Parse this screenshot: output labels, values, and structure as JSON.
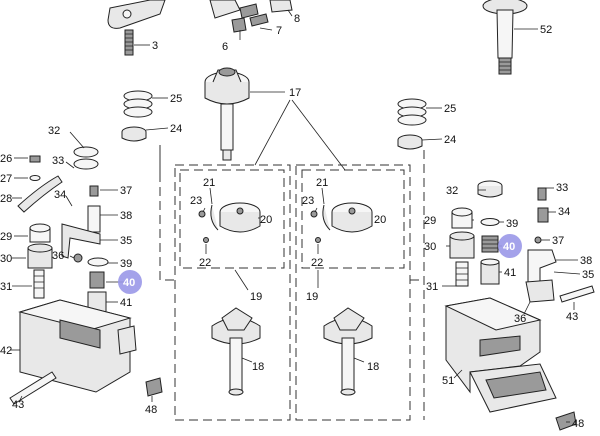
{
  "callouts": {
    "p3": "3",
    "p6": "6",
    "p7": "7",
    "p8": "8",
    "p52": "52",
    "p25a": "25",
    "p24a": "24",
    "p17": "17",
    "p25b": "25",
    "p24b": "24",
    "p32a": "32",
    "p26": "26",
    "p33a": "33",
    "p27": "27",
    "p28": "28",
    "p34a": "34",
    "p37a": "37",
    "p38a": "38",
    "p29a": "29",
    "p35a": "35",
    "p30a": "30",
    "p36a": "36",
    "p39a": "39",
    "p40a": "40",
    "p31a": "31",
    "p41a": "41",
    "p42": "42",
    "p43a": "43",
    "p48a": "48",
    "p21a": "21",
    "p23a": "23",
    "p20a": "20",
    "p22a": "22",
    "p19a": "19",
    "p18a": "18",
    "p21b": "21",
    "p23b": "23",
    "p20b": "20",
    "p22b": "22",
    "p19b": "19",
    "p18b": "18",
    "p32b": "32",
    "p33b": "33",
    "p34b": "34",
    "p29b": "29",
    "p39b": "39",
    "p30b": "30",
    "p40b": "40",
    "p37b": "37",
    "p41b": "41",
    "p38b": "38",
    "p31b": "31",
    "p35b": "35",
    "p36b": "36",
    "p43b": "43",
    "p51": "51",
    "p48b": "48"
  },
  "highlight_color": "#9a98e8"
}
